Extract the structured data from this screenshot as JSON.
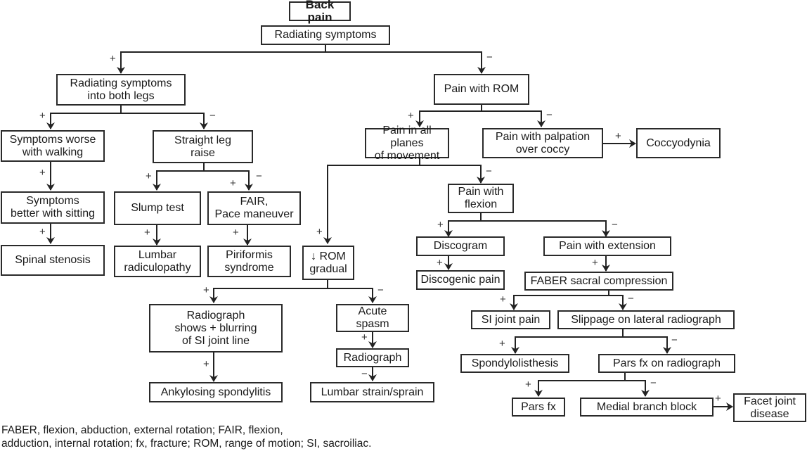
{
  "title": "Back pain",
  "nodes": {
    "back_pain": "Back pain",
    "radiating": "Radiating symptoms",
    "both_legs": "Radiating symptoms\ninto both legs",
    "pain_rom": "Pain with ROM",
    "worse_walking": "Symptoms worse\nwith walking",
    "slr": "Straight leg\nraise",
    "all_planes": "Pain in all planes\nof movement",
    "palpation_coccy": "Pain with palpation\nover coccy",
    "coccydynia": "Coccyodynia",
    "better_sitting": "Symptoms\nbetter with sitting",
    "slump": "Slump test",
    "fair_pace": "FAIR,\nPace maneuver",
    "flexion": "Pain with\nflexion",
    "spinal_stenosis": "Spinal stenosis",
    "lumbar_radic": "Lumbar\nradiculopathy",
    "piriformis": "Piriformis\nsyndrome",
    "rom_gradual": "↓ ROM\ngradual",
    "discogram": "Discogram",
    "extension": "Pain with extension",
    "discogenic": "Discogenic pain",
    "faber": "FABER sacral compression",
    "radiograph_si": "Radiograph\nshows + blurring\nof SI joint line",
    "acute_spasm": "Acute\nspasm",
    "si_joint_pain": "SI joint pain",
    "slippage": "Slippage on lateral radiograph",
    "radiograph": "Radiograph",
    "spondylolisthesis": "Spondylolisthesis",
    "pars_radiograph": "Pars fx on radiograph",
    "ankylosing": "Ankylosing spondylitis",
    "lumbar_strain": "Lumbar strain/sprain",
    "pars_fx": "Pars fx",
    "medial_branch": "Medial branch block",
    "facet": "Facet joint\ndisease"
  },
  "signs": {
    "positive": "+",
    "negative": "−"
  },
  "footnote": "FABER, flexion, abduction, external rotation; FAIR, flexion,\nadduction, internal rotation; fx, fracture; ROM, range of motion; SI, sacroiliac."
}
